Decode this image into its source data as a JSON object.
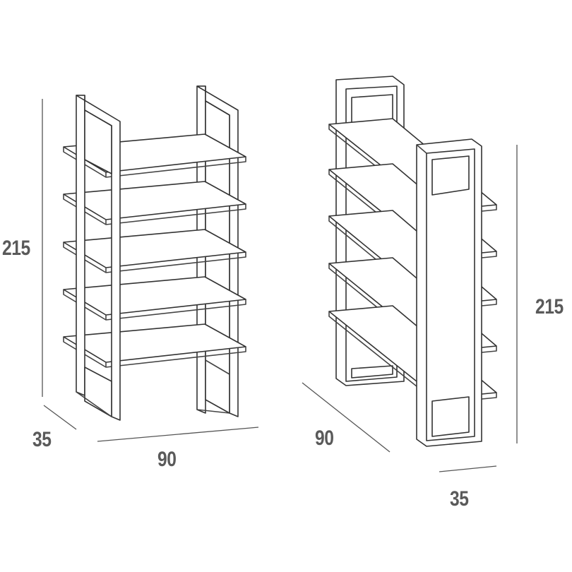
{
  "dimensions": {
    "left_view": {
      "height": "215",
      "depth": "35",
      "width": "90"
    },
    "right_view": {
      "height": "215",
      "depth": "35",
      "width": "90"
    }
  }
}
